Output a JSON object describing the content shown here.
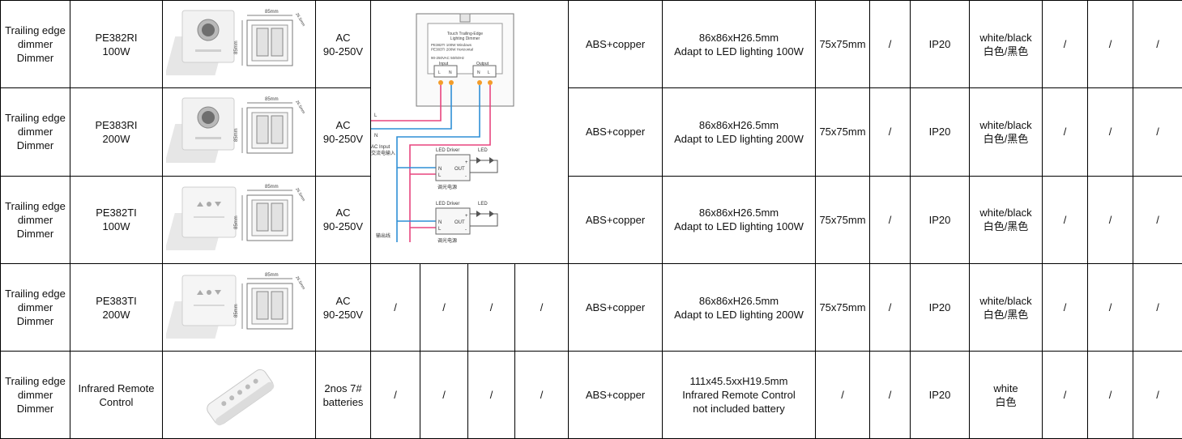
{
  "rows": [
    {
      "type": "Trailing edge\ndimmer\nDimmer",
      "model": "PE382RI\n100W",
      "image_icon": "rotary-dimmer-panel-icon",
      "input": "AC\n90-250V",
      "cols": [
        "/",
        "/",
        "/",
        "/"
      ],
      "material": "ABS+copper",
      "size": "86x86xH26.5mm\nAdapt to LED lighting 100W",
      "install": "75x75mm",
      "c1": "/",
      "ip": "IP20",
      "color": "white/black\n白色/黑色",
      "t1": "/",
      "t2": "/",
      "t3": "/"
    },
    {
      "type": "Trailing edge\ndimmer\nDimmer",
      "model": "PE383RI\n200W",
      "image_icon": "rotary-dimmer-panel-icon",
      "input": "AC\n90-250V",
      "material": "ABS+copper",
      "size": "86x86xH26.5mm\nAdapt to LED lighting 200W",
      "install": "75x75mm",
      "c1": "/",
      "ip": "IP20",
      "color": "white/black\n白色/黑色",
      "t1": "/",
      "t2": "/",
      "t3": "/"
    },
    {
      "type": "Trailing edge\ndimmer\nDimmer",
      "model": "PE382TI\n100W",
      "image_icon": "touch-dimmer-panel-icon",
      "input": "AC\n90-250V",
      "material": "ABS+copper",
      "size": "86x86xH26.5mm\nAdapt to LED lighting 100W",
      "install": "75x75mm",
      "c1": "/",
      "ip": "IP20",
      "color": "white/black\n白色/黑色",
      "t1": "/",
      "t2": "/",
      "t3": "/"
    },
    {
      "type": "Trailing edge\ndimmer\nDimmer",
      "model": "PE383TI\n200W",
      "image_icon": "touch-dimmer-panel-icon",
      "input": "AC\n90-250V",
      "cols": [
        "/",
        "/",
        "/",
        "/"
      ],
      "material": "ABS+copper",
      "size": "86x86xH26.5mm\nAdapt to LED lighting 200W",
      "install": "75x75mm",
      "c1": "/",
      "ip": "IP20",
      "color": "white/black\n白色/黑色",
      "t1": "/",
      "t2": "/",
      "t3": "/"
    },
    {
      "type": "Trailing edge\ndimmer\nDimmer",
      "model": "Infrared Remote\nControl",
      "image_icon": "ir-remote-control-icon",
      "input": "2nos 7#\nbatteries",
      "cols": [
        "/",
        "/",
        "/",
        "/"
      ],
      "material": "ABS+copper",
      "size": "111x45.5xxH19.5mm\nInfrared Remote Control\nnot included battery",
      "install": "/",
      "c1": "/",
      "ip": "IP20",
      "color": "white\n白色",
      "t1": "/",
      "t2": "/",
      "t3": "/"
    }
  ],
  "diagram": {
    "device_title": "Touch Trailing-Edge\nLighting Dimmer",
    "device_specs": "PE382TI 100W   Windows\nPE383TI 200W   Horizontal",
    "device_rating": "90-250VAC  50/60Hz",
    "input_label": "Input",
    "output_label": "Output",
    "terminal_l": "L",
    "terminal_n": "N",
    "wire_l": "L",
    "wire_n": "N",
    "ac_input": "AC Input",
    "ac_input_cn": "交流电输入",
    "led_driver": "LED Driver",
    "led": "LED",
    "out": "OUT",
    "plus": "+",
    "minus": "-",
    "driver_cn": "调光电源",
    "output_wire_cn": "输出线",
    "colors": {
      "live": "#e8457f",
      "neutral": "#2f8fd6"
    }
  },
  "dims": {
    "w": "85mm",
    "h": "85mm",
    "d": "26.5mm"
  }
}
